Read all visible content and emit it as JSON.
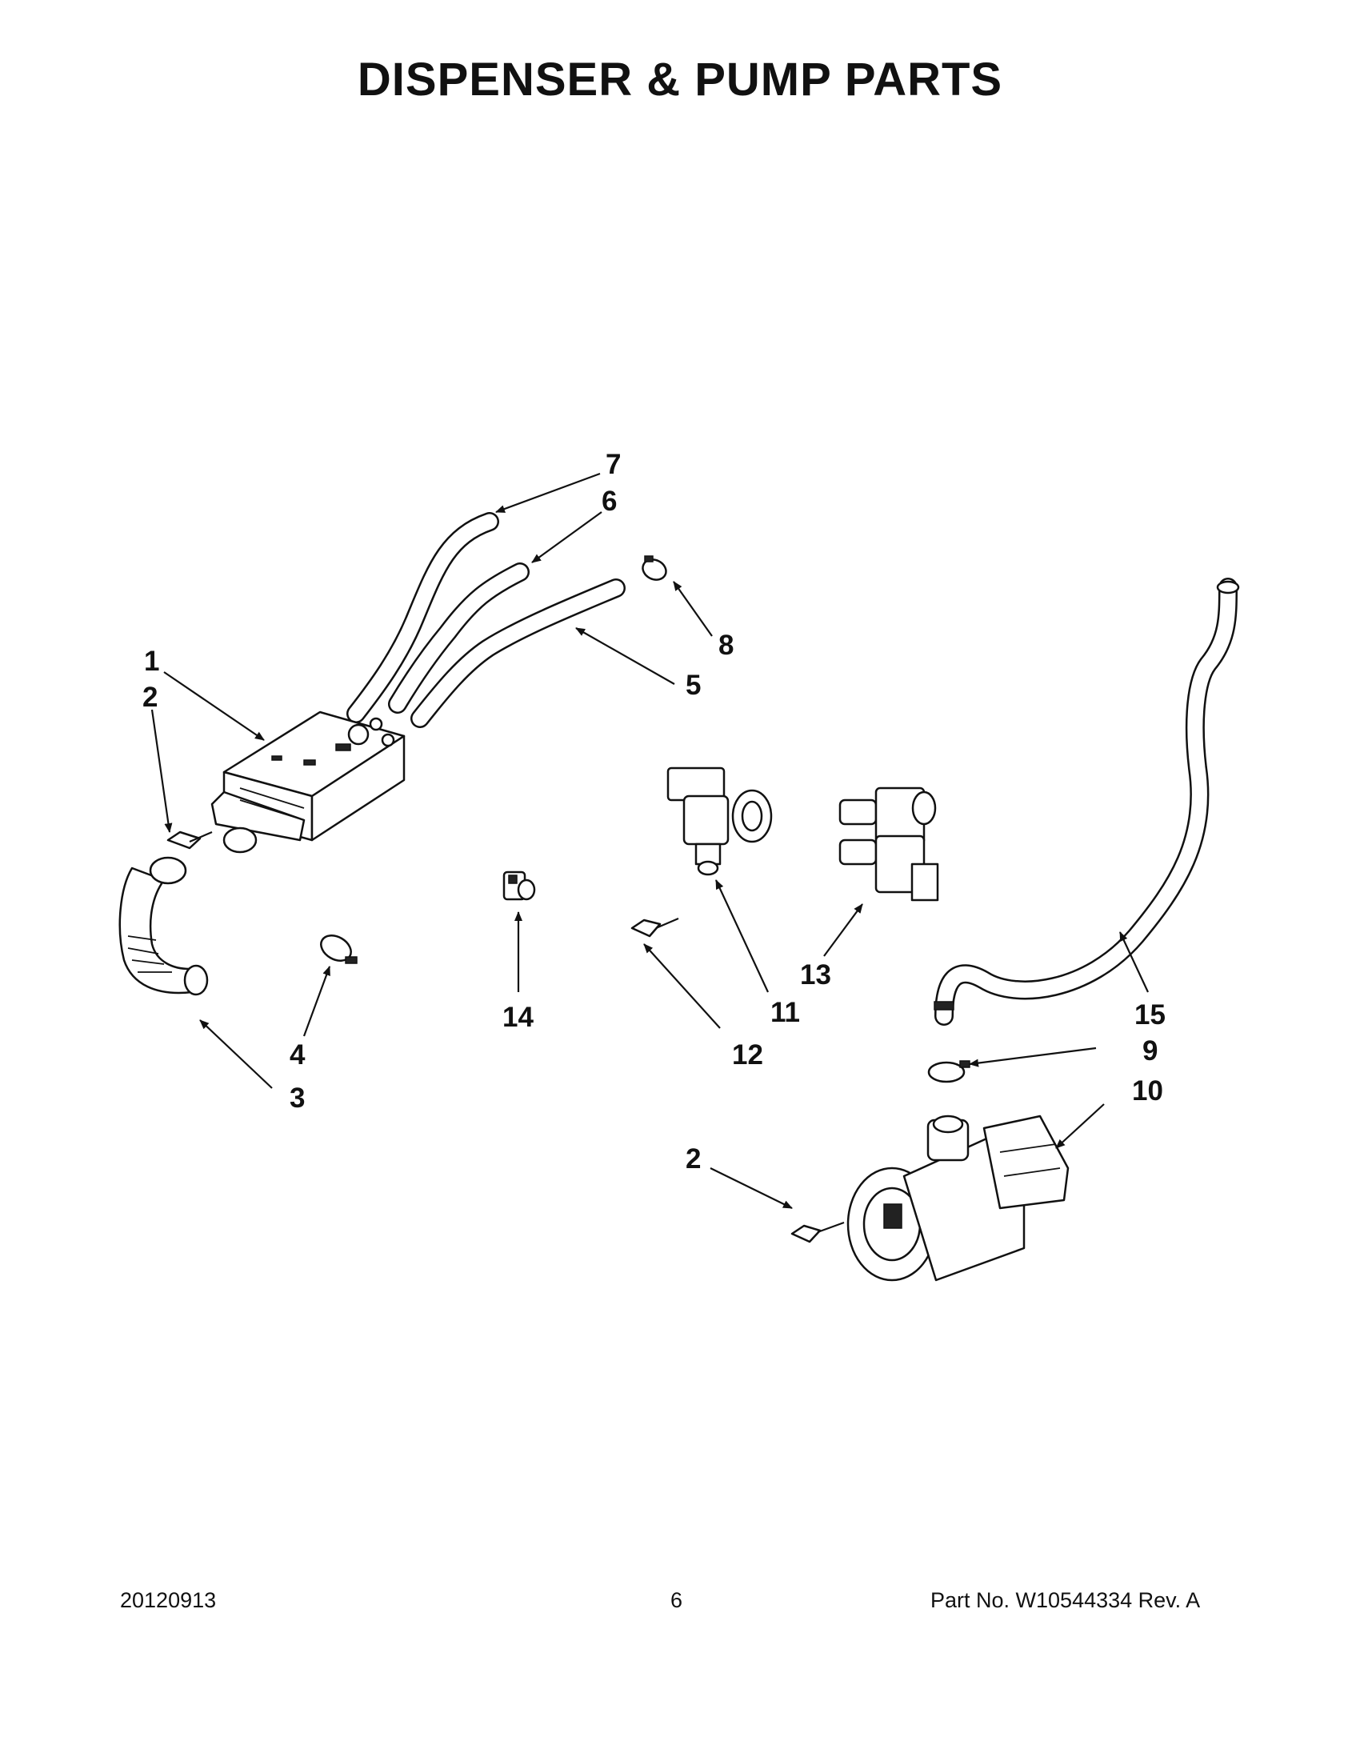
{
  "title": "DISPENSER & PUMP PARTS",
  "callouts": {
    "c1": "1",
    "c2a": "2",
    "c3": "3",
    "c4": "4",
    "c5": "5",
    "c6": "6",
    "c7": "7",
    "c8": "8",
    "c9": "9",
    "c10": "10",
    "c11": "11",
    "c12": "12",
    "c13": "13",
    "c14": "14",
    "c15": "15",
    "c2b": "2"
  },
  "footer": {
    "date": "20120913",
    "page": "6",
    "part": "Part No.  W10544334  Rev.  A"
  }
}
